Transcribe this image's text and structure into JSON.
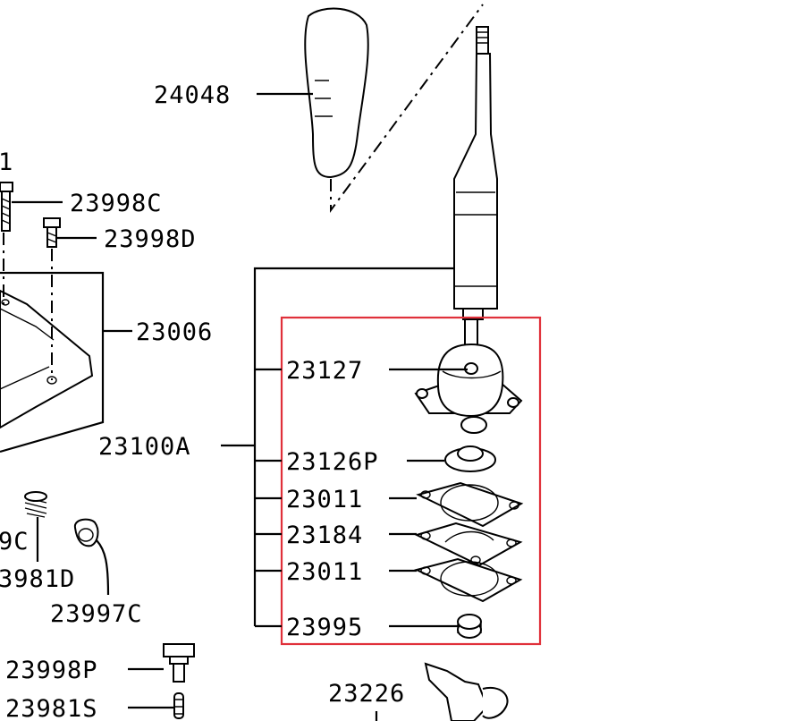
{
  "labels": {
    "p24048": "24048",
    "p23998C": "23998C",
    "p23998D": "23998D",
    "p23006": "23006",
    "p23100A": "23100A",
    "p23127": "23127",
    "p23126P": "23126P",
    "p23011a": "23011",
    "p23184": "23184",
    "p23011b": "23011",
    "p23995": "23995",
    "p9C": "9C",
    "p3981D": "3981D",
    "p23997C": "23997C",
    "p23998P": "23998P",
    "p23981S": "23981S",
    "p23226": "23226",
    "p1": "1"
  },
  "colors": {
    "highlight": "#e0303a",
    "ink": "#000000"
  }
}
